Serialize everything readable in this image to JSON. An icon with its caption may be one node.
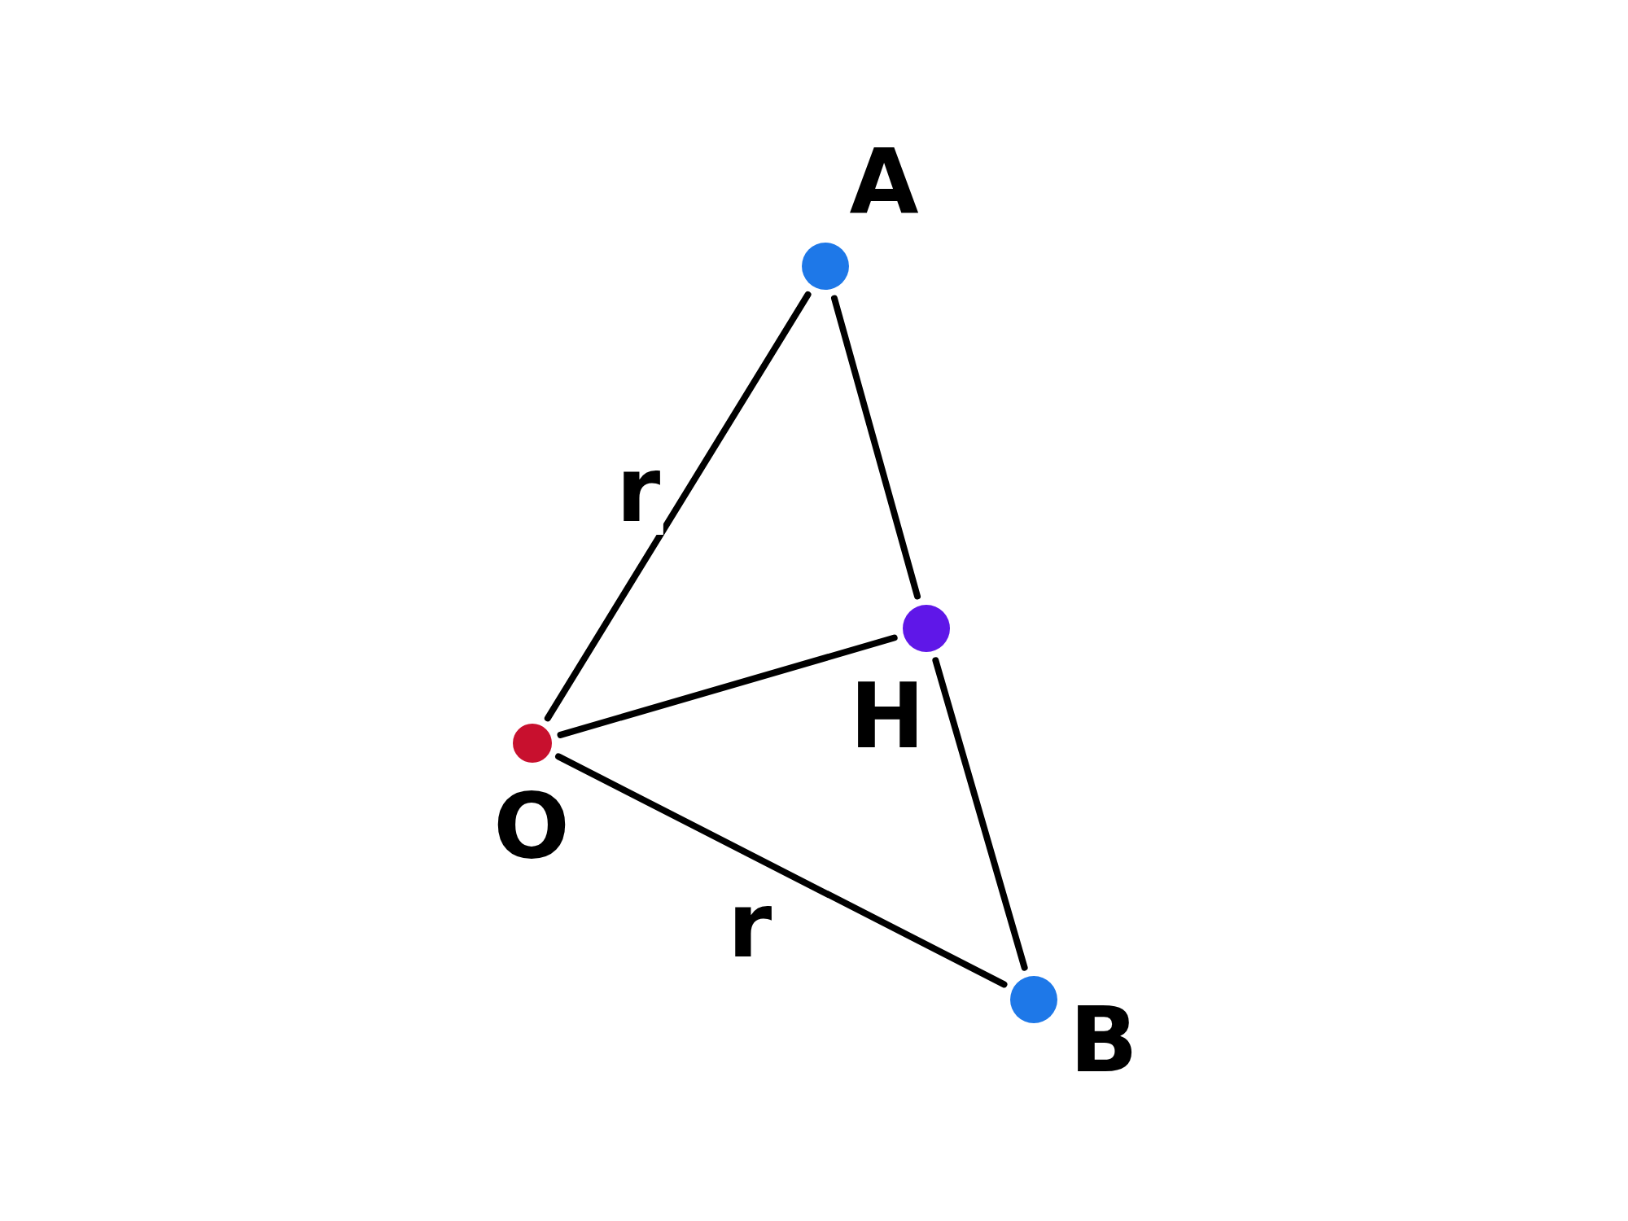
{
  "diagram": {
    "nodes": [
      {
        "text": [],
        "shape": "circle",
        "beside": [
          "A"
        ]
      },
      {
        "text": [],
        "shape": "circle",
        "beside": [
          "H"
        ]
      },
      {
        "text": [],
        "shape": "circle",
        "beside": [
          "O"
        ]
      },
      {
        "text": [],
        "shape": "circle",
        "beside": [
          "B"
        ]
      }
    ],
    "edges": [
      {
        "from": 2,
        "to": 0,
        "arrow": "none",
        "label": "r"
      },
      {
        "from": 0,
        "to": 1,
        "arrow": "none"
      },
      {
        "from": 2,
        "to": 1,
        "arrow": "none"
      },
      {
        "from": 1,
        "to": 3,
        "arrow": "none"
      },
      {
        "from": 2,
        "to": 3,
        "arrow": "none",
        "label": "r"
      }
    ]
  }
}
